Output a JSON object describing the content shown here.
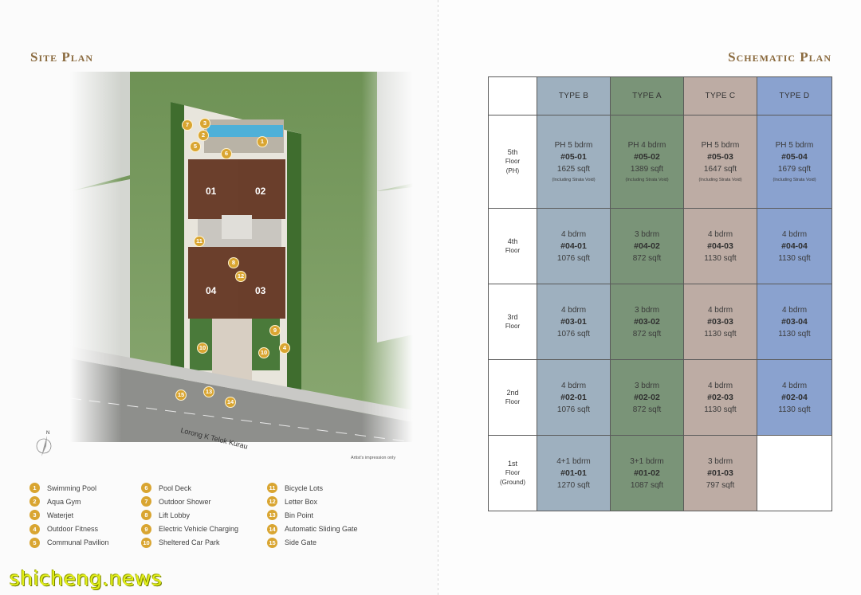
{
  "site_plan": {
    "title": "Site Plan",
    "units": [
      "01",
      "02",
      "04",
      "03"
    ],
    "road_name": "Lorong K Telok Kurau",
    "impression_note": "Artist's impression only",
    "legend": [
      {
        "num": "1",
        "label": "Swimming Pool"
      },
      {
        "num": "2",
        "label": "Aqua Gym"
      },
      {
        "num": "3",
        "label": "Waterjet"
      },
      {
        "num": "4",
        "label": "Outdoor Fitness"
      },
      {
        "num": "5",
        "label": "Communal Pavilion"
      },
      {
        "num": "6",
        "label": "Pool Deck"
      },
      {
        "num": "7",
        "label": "Outdoor Shower"
      },
      {
        "num": "8",
        "label": "Lift Lobby"
      },
      {
        "num": "9",
        "label": "Electric Vehicle Charging"
      },
      {
        "num": "10",
        "label": "Sheltered Car Park"
      },
      {
        "num": "11",
        "label": "Bicycle Lots"
      },
      {
        "num": "12",
        "label": "Letter Box"
      },
      {
        "num": "13",
        "label": "Bin Point"
      },
      {
        "num": "14",
        "label": "Automatic Sliding Gate"
      },
      {
        "num": "15",
        "label": "Side Gate"
      }
    ],
    "markers": [
      "7",
      "3",
      "2",
      "5",
      "1",
      "6",
      "11",
      "8",
      "12",
      "9",
      "4",
      "10",
      "10",
      "15",
      "13",
      "14"
    ],
    "compass_label": "N",
    "colors": {
      "marker": "#d9a531",
      "roof": "#6b3f2c",
      "grass": "#5f8a45"
    }
  },
  "schematic_plan": {
    "title": "Schematic Plan",
    "columns": [
      "TYPE B",
      "TYPE A",
      "TYPE C",
      "TYPE D"
    ],
    "rows": [
      {
        "floor": [
          "5th",
          "Floor",
          "(PH)"
        ],
        "cells": [
          {
            "bed": "PH 5 bdrm",
            "unit": "#05-01",
            "area": "1625 sqft",
            "note": "(Including Strata Void)"
          },
          {
            "bed": "PH 4 bdrm",
            "unit": "#05-02",
            "area": "1389 sqft",
            "note": "(Including Strata Void)"
          },
          {
            "bed": "PH 5 bdrm",
            "unit": "#05-03",
            "area": "1647 sqft",
            "note": "(Including Strata Void)"
          },
          {
            "bed": "PH 5 bdrm",
            "unit": "#05-04",
            "area": "1679 sqft",
            "note": "(Including Strata Void)"
          }
        ]
      },
      {
        "floor": [
          "4th",
          "Floor"
        ],
        "cells": [
          {
            "bed": "4 bdrm",
            "unit": "#04-01",
            "area": "1076 sqft"
          },
          {
            "bed": "3 bdrm",
            "unit": "#04-02",
            "area": "872 sqft"
          },
          {
            "bed": "4 bdrm",
            "unit": "#04-03",
            "area": "1130 sqft"
          },
          {
            "bed": "4 bdrm",
            "unit": "#04-04",
            "area": "1130 sqft"
          }
        ]
      },
      {
        "floor": [
          "3rd",
          "Floor"
        ],
        "cells": [
          {
            "bed": "4 bdrm",
            "unit": "#03-01",
            "area": "1076 sqft"
          },
          {
            "bed": "3 bdrm",
            "unit": "#03-02",
            "area": "872 sqft"
          },
          {
            "bed": "4 bdrm",
            "unit": "#03-03",
            "area": "1130 sqft"
          },
          {
            "bed": "4 bdrm",
            "unit": "#03-04",
            "area": "1130 sqft"
          }
        ]
      },
      {
        "floor": [
          "2nd",
          "Floor"
        ],
        "cells": [
          {
            "bed": "4 bdrm",
            "unit": "#02-01",
            "area": "1076 sqft"
          },
          {
            "bed": "3 bdrm",
            "unit": "#02-02",
            "area": "872 sqft"
          },
          {
            "bed": "4 bdrm",
            "unit": "#02-03",
            "area": "1130 sqft"
          },
          {
            "bed": "4 bdrm",
            "unit": "#02-04",
            "area": "1130 sqft"
          }
        ]
      },
      {
        "floor": [
          "1st",
          "Floor",
          "(Ground)"
        ],
        "cells": [
          {
            "bed": "4+1 bdrm",
            "unit": "#01-01",
            "area": "1270 sqft"
          },
          {
            "bed": "3+1 bdrm",
            "unit": "#01-02",
            "area": "1087 sqft"
          },
          {
            "bed": "3 bdrm",
            "unit": "#01-03",
            "area": "797 sqft"
          },
          null
        ]
      }
    ],
    "colors": {
      "type_b": "#9eb0bf",
      "type_a": "#7a9478",
      "type_c": "#bdaca4",
      "type_d": "#8aa2cf"
    }
  },
  "watermark": "shicheng.news"
}
